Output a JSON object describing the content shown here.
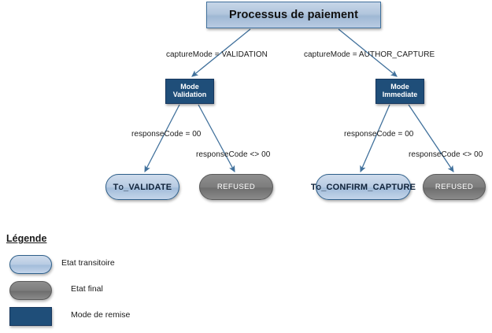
{
  "diagram": {
    "root": {
      "label": "Processus de paiement"
    },
    "modes": [
      {
        "id": "mode-validation",
        "line1": "Mode",
        "line2": "Validation"
      },
      {
        "id": "mode-immediate",
        "line1": "Mode",
        "line2": "Immediate"
      }
    ],
    "states": [
      {
        "id": "to-validate",
        "label": "To_VALIDATE",
        "kind": "transient"
      },
      {
        "id": "refused-left",
        "label": "REFUSED",
        "kind": "final"
      },
      {
        "id": "to-confirm-capture",
        "label": "To_CONFIRM_CAPTURE",
        "kind": "transient"
      },
      {
        "id": "refused-right",
        "label": "REFUSED",
        "kind": "final"
      }
    ],
    "edge_labels": {
      "capture_validation": "captureMode = VALIDATION",
      "capture_author": "captureMode = AUTHOR_CAPTURE",
      "response_ok_left": "responseCode = 00",
      "response_ko_left": "responseCode <> 00",
      "response_ok_right": "responseCode = 00",
      "response_ko_right": "responseCode <> 00"
    }
  },
  "legend": {
    "title": "Légende",
    "items": [
      {
        "swatch": "transient-pill",
        "label": "Etat transitoire"
      },
      {
        "swatch": "final-pill",
        "label": "Etat final"
      },
      {
        "swatch": "mode-rect",
        "label": "Mode de remise"
      }
    ]
  },
  "colors": {
    "transient_fill": "#b9cce3",
    "transient_border": "#2e5f8a",
    "final_fill": "#7d7d7d",
    "final_border": "#5a5a5a",
    "mode_fill": "#1f4e79",
    "mode_border": "#17375e",
    "root_fill": "#b2c6dd",
    "root_border": "#41719c",
    "arrow": "#41719c",
    "text": "#1a1a1a"
  }
}
